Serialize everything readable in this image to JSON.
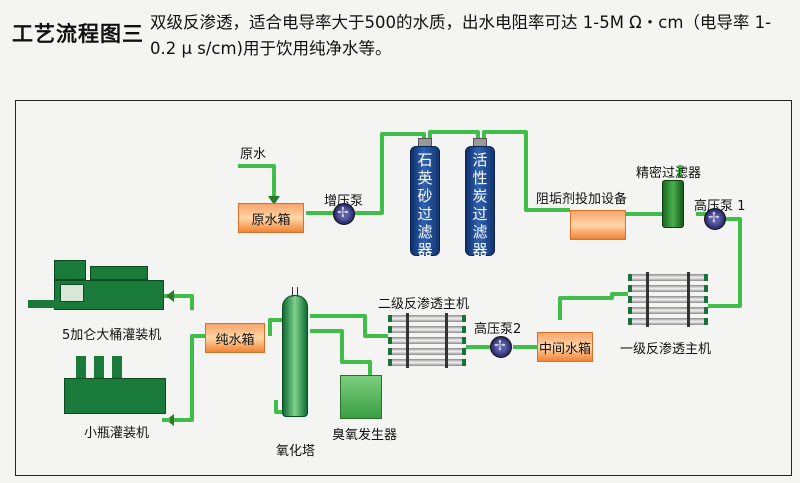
{
  "header": {
    "title": "工艺流程图三",
    "description": "双级反渗透，适合电导率大于500的水质，出水电阻率可达 1-5M Ω・cm（电导率 1-0.2 μ s/cm)用于饮用纯净水等。"
  },
  "diagram": {
    "raw_water": "原水",
    "raw_water_tank": "原水箱",
    "booster_pump": "增压泵",
    "quartz_sand_filter": "石英砂过滤器",
    "activated_carbon_filter": "活性炭过滤器",
    "antiscalant_dosing": "阻垢剂投加设备",
    "precision_filter": "精密过滤器",
    "high_pressure_pump_1": "高压泵 1",
    "primary_ro_unit": "一级反渗透主机",
    "intermediate_tank": "中间水箱",
    "high_pressure_pump_2": "高压泵2",
    "secondary_ro_unit": "二级反渗透主机",
    "pure_water_tank": "纯水箱",
    "oxidation_tower": "氧化塔",
    "ozone_generator": "臭氧发生器",
    "barrel_filler": "5加仑大桶灌装机",
    "bottle_filler": "小瓶灌装机"
  },
  "colors": {
    "pipe": "#3fbf4a",
    "tank_blue": "#1b3f86",
    "box_orange": "#f4933f",
    "machine_green": "#1a7a3a"
  }
}
